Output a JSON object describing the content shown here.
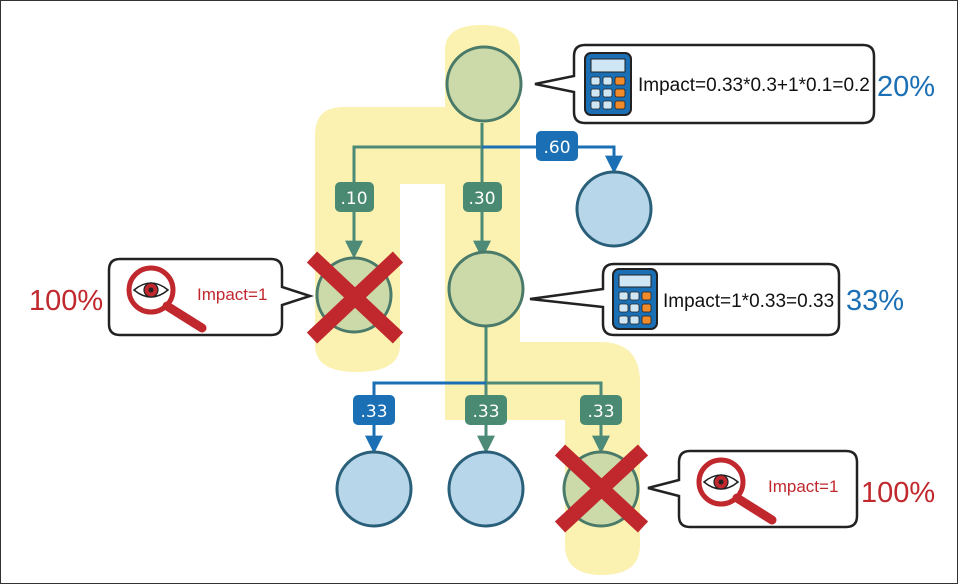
{
  "colors": {
    "highlight": "#fbf1b0",
    "node_green_fill": "#ccd9a8",
    "node_green_stroke": "#4a7a6a",
    "node_blue_fill": "#b8d6ea",
    "node_blue_stroke": "#2a5f7a",
    "edge_green": "#4e8a78",
    "edge_blue": "#1a6fb5",
    "label_green": "#4a8a73",
    "label_blue": "#1a6fb5",
    "cross_red": "#c0282d",
    "pct_blue": "#1a6fb5",
    "pct_red": "#c0282d"
  },
  "edge_labels": {
    "root_to_left": ".10",
    "root_to_mid": ".30",
    "root_to_right": ".60",
    "mid_to_left": ".33",
    "mid_to_center": ".33",
    "mid_to_right": ".33"
  },
  "callouts": {
    "top": {
      "icon": "calculator-icon",
      "text": "Impact=0.33*0.3+1*0.1=0.2",
      "percent": "20%"
    },
    "middle": {
      "icon": "calculator-icon",
      "text": "Impact=1*0.33=0.33",
      "percent": "33%"
    },
    "left": {
      "icon": "magnifier-eye-icon",
      "text": "Impact=1",
      "percent": "100%"
    },
    "bottom": {
      "icon": "magnifier-eye-icon",
      "text": "Impact=1",
      "percent": "100%"
    }
  }
}
